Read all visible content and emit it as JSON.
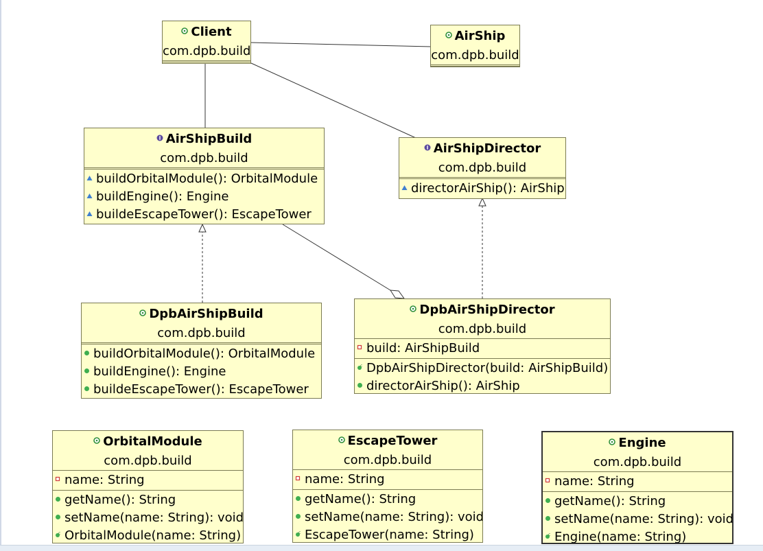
{
  "classes": {
    "client": {
      "name": "Client",
      "package": "com.dpb.build",
      "kind": "class"
    },
    "airship": {
      "name": "AirShip",
      "package": "com.dpb.build",
      "kind": "class"
    },
    "airshipbuild": {
      "name": "AirShipBuild",
      "package": "com.dpb.build",
      "kind": "interface",
      "members": [
        {
          "vis": "protected",
          "text": "buildOrbitalModule(): OrbitalModule"
        },
        {
          "vis": "protected",
          "text": "buildEngine(): Engine"
        },
        {
          "vis": "protected",
          "text": "buildeEscapeTower(): EscapeTower"
        }
      ]
    },
    "airshipdirector": {
      "name": "AirShipDirector",
      "package": "com.dpb.build",
      "kind": "interface",
      "members": [
        {
          "vis": "protected",
          "text": "directorAirShip(): AirShip"
        }
      ]
    },
    "dpbairshipbuild": {
      "name": "DpbAirShipBuild",
      "package": "com.dpb.build",
      "kind": "class",
      "members": [
        {
          "vis": "public",
          "text": "buildOrbitalModule(): OrbitalModule"
        },
        {
          "vis": "public",
          "text": "buildEngine(): Engine"
        },
        {
          "vis": "public",
          "text": "buildeEscapeTower(): EscapeTower"
        }
      ]
    },
    "dpbairshipdirector": {
      "name": "DpbAirShipDirector",
      "package": "com.dpb.build",
      "kind": "class",
      "fields": [
        {
          "vis": "private",
          "text": "build: AirShipBuild"
        }
      ],
      "members": [
        {
          "vis": "constructor",
          "text": "DpbAirShipDirector(build: AirShipBuild)"
        },
        {
          "vis": "public",
          "text": "directorAirShip(): AirShip"
        }
      ]
    },
    "orbitalmodule": {
      "name": "OrbitalModule",
      "package": "com.dpb.build",
      "kind": "class",
      "fields": [
        {
          "vis": "private",
          "text": "name: String"
        }
      ],
      "members": [
        {
          "vis": "public",
          "text": "getName(): String"
        },
        {
          "vis": "public",
          "text": "setName(name: String): void"
        },
        {
          "vis": "constructor",
          "text": "OrbitalModule(name: String)"
        }
      ]
    },
    "escapetower": {
      "name": "EscapeTower",
      "package": "com.dpb.build",
      "kind": "class",
      "fields": [
        {
          "vis": "private",
          "text": "name: String"
        }
      ],
      "members": [
        {
          "vis": "public",
          "text": "getName(): String"
        },
        {
          "vis": "public",
          "text": "setName(name: String): void"
        },
        {
          "vis": "constructor",
          "text": "EscapeTower(name: String)"
        }
      ]
    },
    "engine": {
      "name": "Engine",
      "package": "com.dpb.build",
      "kind": "class",
      "fields": [
        {
          "vis": "private",
          "text": "name: String"
        }
      ],
      "members": [
        {
          "vis": "public",
          "text": "getName(): String"
        },
        {
          "vis": "public",
          "text": "setName(name: String): void"
        },
        {
          "vis": "constructor",
          "text": "Engine(name: String)"
        }
      ]
    }
  },
  "relations": [
    {
      "type": "association",
      "from": "Client",
      "to": "AirShip"
    },
    {
      "type": "association",
      "from": "Client",
      "to": "AirShipBuild"
    },
    {
      "type": "association",
      "from": "Client",
      "to": "AirShipDirector"
    },
    {
      "type": "realization",
      "from": "DpbAirShipBuild",
      "to": "AirShipBuild"
    },
    {
      "type": "realization",
      "from": "DpbAirShipDirector",
      "to": "AirShipDirector"
    },
    {
      "type": "aggregation",
      "from": "DpbAirShipDirector",
      "to": "AirShipBuild"
    }
  ],
  "colors": {
    "box_fill": "#ffffcc",
    "box_border": "#7a7a52",
    "class_icon": "#2f8f3a",
    "interface_icon": "#5b4a9e",
    "public_icon": "#3fae50",
    "protected_icon": "#3f7fd0",
    "private_icon": "#d03a3a",
    "edge": "#333333"
  }
}
